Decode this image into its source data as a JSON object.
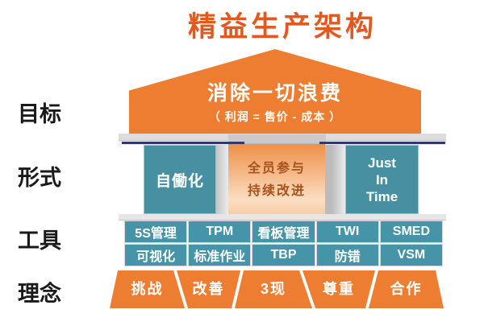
{
  "title": "精益生产架构",
  "side_labels": {
    "goal": "目标",
    "form": "形式",
    "tools": "工具",
    "philosophy": "理念"
  },
  "roof": {
    "slogan": "消除一切浪费",
    "formula": "（ 利润 = 售价 - 成本 ）"
  },
  "pillars": {
    "left": "自働化",
    "middle": {
      "line1": "全员参与",
      "line2": "持续改进"
    },
    "right": {
      "line1": "Just",
      "line2": "In",
      "line3": "Time"
    }
  },
  "tools": {
    "row1": [
      "5S管理",
      "TPM",
      "看板管理",
      "TWI",
      "SMED"
    ],
    "row2": [
      "可视化",
      "标准作业",
      "TBP",
      "防错",
      "VSM"
    ]
  },
  "base": [
    "挑战",
    "改善",
    "3现",
    "尊重",
    "合作"
  ],
  "colors": {
    "orange": "#ED7D31",
    "teal_pillar": "#4690A2",
    "teal_cell": "#4694A7",
    "navy_capital_line": "#30386E",
    "title_text": "#E2581E",
    "middle_pillar_text": "#A8521B"
  }
}
